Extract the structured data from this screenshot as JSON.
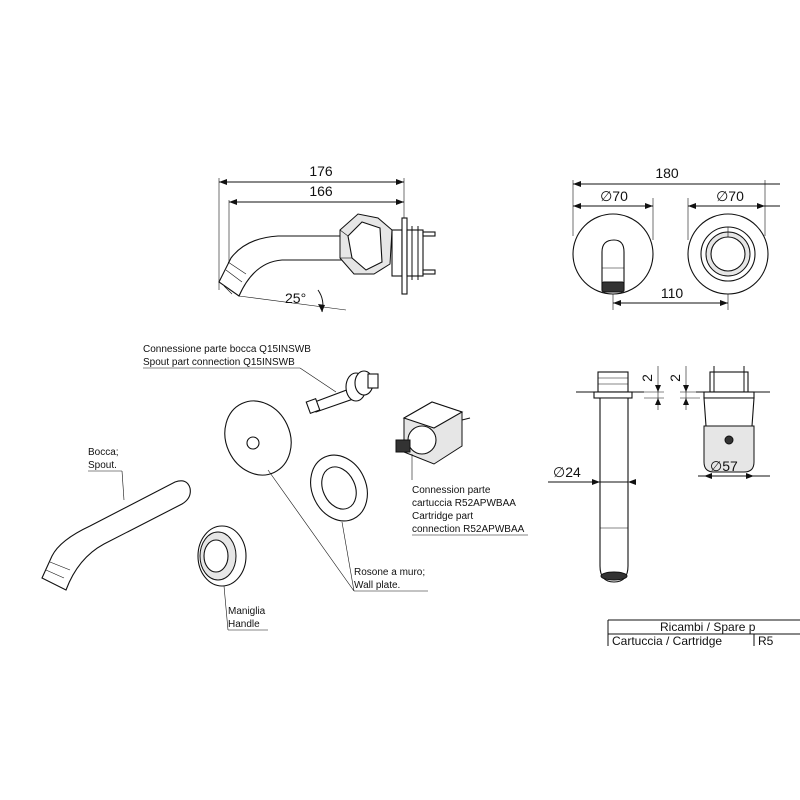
{
  "dimensions": {
    "side_overall": "176",
    "side_spout": "166",
    "angle": "25°",
    "front_overall": "180",
    "front_left_dia": "∅70",
    "front_right_dia": "∅70",
    "front_spacing": "110",
    "vert_gap_left": "2",
    "vert_gap_right": "2",
    "spout_dia": "∅24",
    "handle_dia": "∅57"
  },
  "labels": {
    "spout_connection": [
      "Connessione parte bocca Q15INSWB",
      "Spout part connection Q15INSWB"
    ],
    "spout": [
      "Bocca;",
      "Spout."
    ],
    "cartridge_connection": [
      "Connession parte",
      "cartuccia R52APWBAA",
      "Cartridge part",
      "connection R52APWBAA"
    ],
    "wall_plate": [
      "Rosone a muro;",
      "Wall plate."
    ],
    "handle": [
      "Maniglia",
      "Handle"
    ]
  },
  "table": {
    "title": "Ricambi / Spare p",
    "row_label": "Cartuccia / Cartridge",
    "row_code": "R5"
  }
}
